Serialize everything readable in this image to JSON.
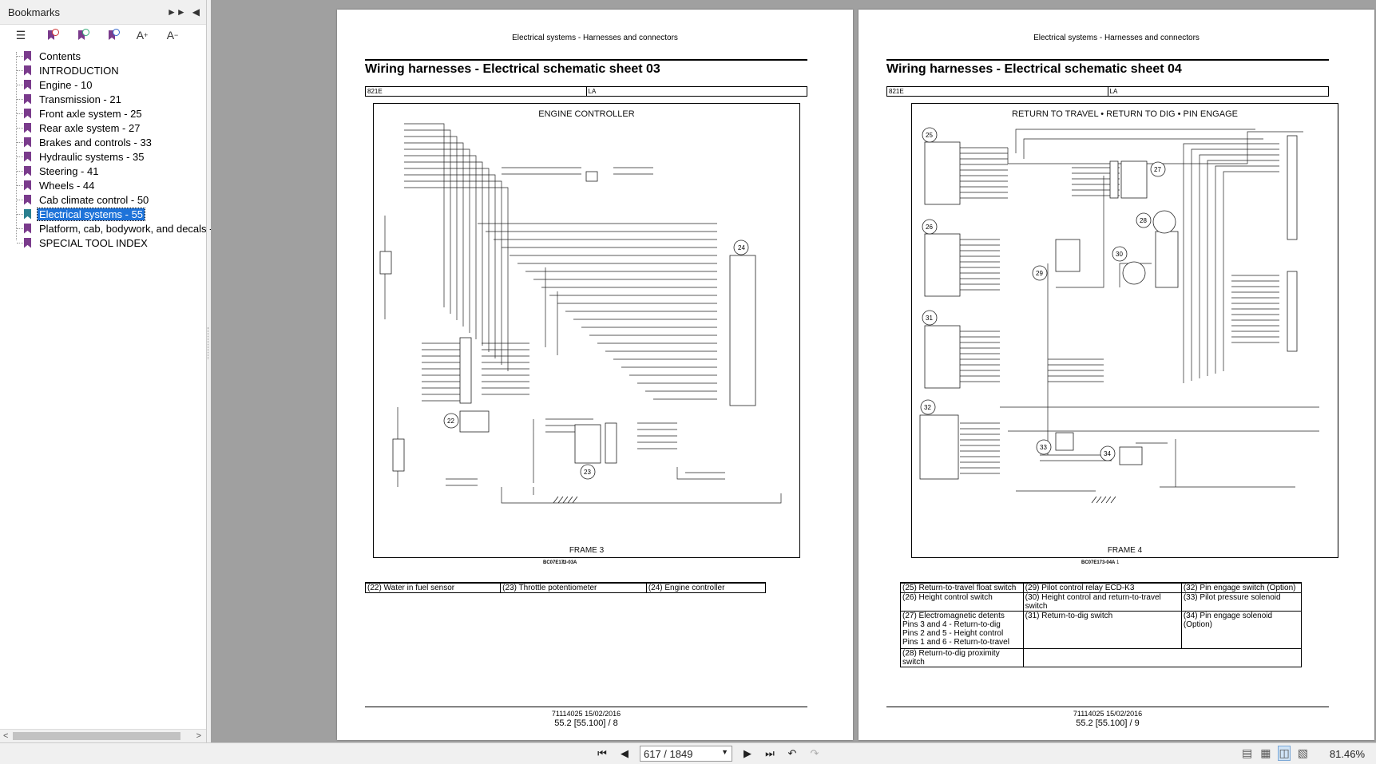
{
  "sidebar": {
    "title": "Bookmarks",
    "toolbar_icons": [
      "expand-all-icon",
      "delete-bookmark-icon",
      "add-bookmark-icon",
      "find-bookmark-icon",
      "increase-text-icon",
      "decrease-text-icon"
    ],
    "items": [
      {
        "label": "Contents"
      },
      {
        "label": "INTRODUCTION"
      },
      {
        "label": "Engine - 10"
      },
      {
        "label": "Transmission - 21"
      },
      {
        "label": "Front axle system - 25"
      },
      {
        "label": "Rear axle system - 27"
      },
      {
        "label": "Brakes and controls - 33"
      },
      {
        "label": "Hydraulic systems - 35"
      },
      {
        "label": "Steering - 41"
      },
      {
        "label": "Wheels - 44"
      },
      {
        "label": "Cab climate control - 50"
      },
      {
        "label": "Electrical systems - 55"
      },
      {
        "label": "Platform, cab, bodywork, and decals -"
      },
      {
        "label": "SPECIAL TOOL INDEX"
      }
    ],
    "selected_index": 11
  },
  "page_left": {
    "header": "Electrical systems - Harnesses and connectors",
    "title": "Wiring harnesses - Electrical schematic sheet 03",
    "model": "821E",
    "region": "LA",
    "schematic_title": "ENGINE CONTROLLER",
    "frame": "FRAME 3",
    "drawing_code": "BC07E173-03A",
    "drawing_num": "1",
    "legend": [
      "(22) Water in fuel sensor",
      "(23) Throttle potentiometer",
      "(24) Engine controller"
    ],
    "footer_doc": "71114025 15/02/2016",
    "footer_page": "55.2 [55.100] / 8"
  },
  "page_right": {
    "header": "Electrical systems - Harnesses and connectors",
    "title": "Wiring harnesses - Electrical schematic sheet 04",
    "model": "821E",
    "region": "LA",
    "schematic_title": "RETURN TO TRAVEL • RETURN TO DIG • PIN ENGAGE",
    "frame": "FRAME 4",
    "drawing_code": "BC07E173-04A",
    "drawing_num": "1",
    "legend": {
      "r1": [
        "(25) Return-to-travel float switch",
        "(29) Pilot control relay ECD-K3",
        "(32) Pin engage switch (Option)"
      ],
      "r2": [
        "(26) Height control switch",
        "(30) Height control and return-to-travel switch",
        "(33) Pilot pressure solenoid"
      ],
      "r3": [
        "(27) Electromagnetic detents",
        "Pins 3 and 4 - Return-to-dig",
        "Pins 2 and 5 - Height control",
        "Pins 1 and 6 - Return-to-travel",
        "(31) Return-to-dig switch",
        "(34) Pin engage solenoid (Option)"
      ],
      "r4": [
        "(28) Return-to-dig proximity switch"
      ]
    },
    "footer_doc": "71114025 15/02/2016",
    "footer_page": "55.2 [55.100] / 9"
  },
  "bottom_bar": {
    "page_indicator": "617 / 1849",
    "zoom": "81.46%"
  }
}
